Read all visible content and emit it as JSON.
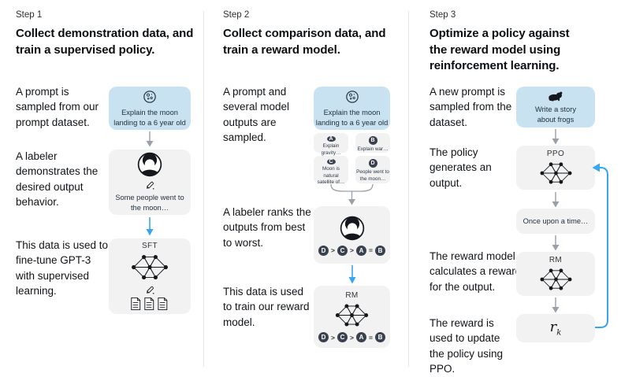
{
  "colors": {
    "prompt_box_bg": "#c8e2f1",
    "flow_box_bg": "#f2f2f3",
    "arrow_gray": "#9aa0a8",
    "arrow_blue": "#38a6f0",
    "badge_bg": "#39414e",
    "divider": "#e7e7e8"
  },
  "icons": {
    "step1_prompt": "moon-icon",
    "step3_prompt": "frog-icon",
    "labeler": "person-avatar-icon",
    "write": "pencil-icon",
    "model": "neural-network-icon",
    "sft_data": "documents-icon"
  },
  "columns": [
    {
      "step_label": "Step 1",
      "heading": "Collect demonstration data, and train a supervised policy.",
      "captions": {
        "prompt": "A prompt is sampled from our prompt dataset.",
        "labeler": "A labeler demonstrates the desired output behavior.",
        "data_use": "This data is used to fine-tune GPT-3 with supervised learning."
      },
      "flow": {
        "prompt_text": "Explain the moon landing to a 6 year old",
        "labeler_output": "Some people went to the moon…",
        "model_label": "SFT"
      }
    },
    {
      "step_label": "Step 2",
      "heading": "Collect comparison data, and train a reward model.",
      "captions": {
        "prompt": "A prompt and several model outputs are sampled.",
        "labeler": "A labeler ranks the outputs from best to worst.",
        "data_use": "This data is used to train our reward model."
      },
      "flow": {
        "prompt_text": "Explain the moon landing to a 6 year old",
        "outputs": [
          {
            "label": "A",
            "text": "Explain gravity…"
          },
          {
            "label": "B",
            "text": "Explain war…"
          },
          {
            "label": "C",
            "text": "Moon is natural satellite of…"
          },
          {
            "label": "D",
            "text": "People went to the moon…"
          }
        ],
        "ranking": {
          "items": [
            "D",
            "C",
            "A",
            "B"
          ],
          "ops": [
            ">",
            ">",
            "="
          ]
        },
        "model_label": "RM"
      }
    },
    {
      "step_label": "Step 3",
      "heading": "Optimize a policy against the reward model using reinforcement learning.",
      "captions": {
        "prompt": "A new prompt is sampled from the dataset.",
        "policy": "The policy generates an output.",
        "reward": "The reward model calculates a reward for the output.",
        "update": "The reward is used to update the policy using PPO."
      },
      "flow": {
        "prompt_text": "Write a story about frogs",
        "policy_label": "PPO",
        "output_text": "Once upon a time…",
        "model_label": "RM",
        "reward_base": "r",
        "reward_sub": "k"
      }
    }
  ]
}
